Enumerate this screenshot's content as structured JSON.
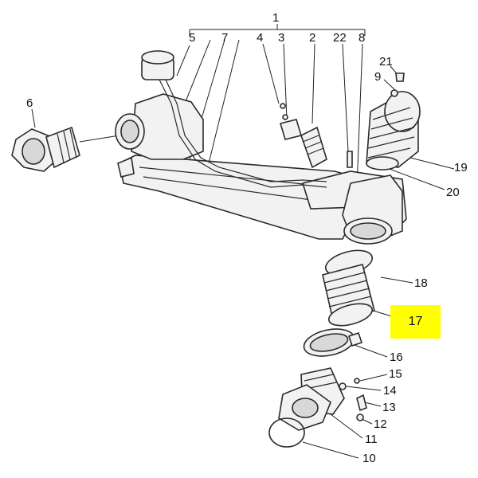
{
  "diagram": {
    "callouts": [
      {
        "id": "1",
        "text": "1"
      },
      {
        "id": "2",
        "text": "2"
      },
      {
        "id": "3",
        "text": "3"
      },
      {
        "id": "4",
        "text": "4"
      },
      {
        "id": "5",
        "text": "5"
      },
      {
        "id": "6",
        "text": "6"
      },
      {
        "id": "7",
        "text": "7"
      },
      {
        "id": "8",
        "text": "8"
      },
      {
        "id": "9",
        "text": "9"
      },
      {
        "id": "10",
        "text": "10"
      },
      {
        "id": "11",
        "text": "11"
      },
      {
        "id": "12",
        "text": "12"
      },
      {
        "id": "13",
        "text": "13"
      },
      {
        "id": "14",
        "text": "14"
      },
      {
        "id": "15",
        "text": "15"
      },
      {
        "id": "16",
        "text": "16"
      },
      {
        "id": "17",
        "text": "17"
      },
      {
        "id": "18",
        "text": "18"
      },
      {
        "id": "19",
        "text": "19"
      },
      {
        "id": "20",
        "text": "20"
      },
      {
        "id": "21",
        "text": "21"
      },
      {
        "id": "22",
        "text": "22"
      }
    ],
    "highlighted_part": "17",
    "highlight_color": "#ffff00",
    "line_color": "#2a2a2a"
  }
}
